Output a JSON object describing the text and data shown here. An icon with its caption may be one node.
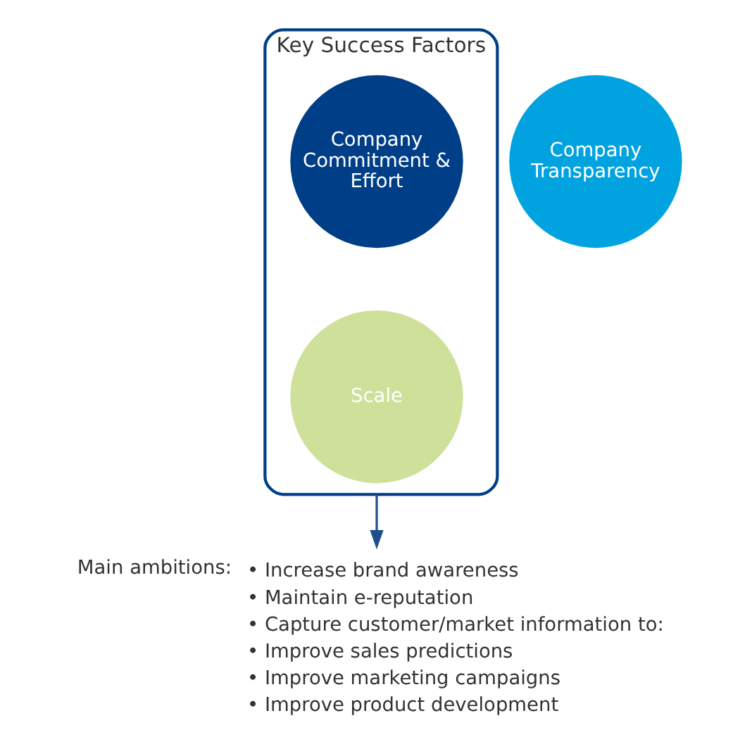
{
  "diagram": {
    "nodes": [
      {
        "text": [
          "Key Success Factors"
        ]
      },
      {
        "text": [
          "Company Commitment & Effort"
        ],
        "in": 0
      },
      {
        "text": [
          "Company Transparency"
        ]
      },
      {
        "text": [
          "Scale"
        ],
        "in": 0
      },
      {
        "text": [
          "Main ambitions:",
          "• Increase brand awareness",
          "• Maintain e-reputation",
          "• Capture customer/market information to:",
          "• Improve sales predictions",
          "• Improve marketing campaigns",
          "• Improve product development"
        ]
      }
    ],
    "edges": [
      {
        "from": 0,
        "to": 4,
        "arrow": "to"
      }
    ]
  }
}
